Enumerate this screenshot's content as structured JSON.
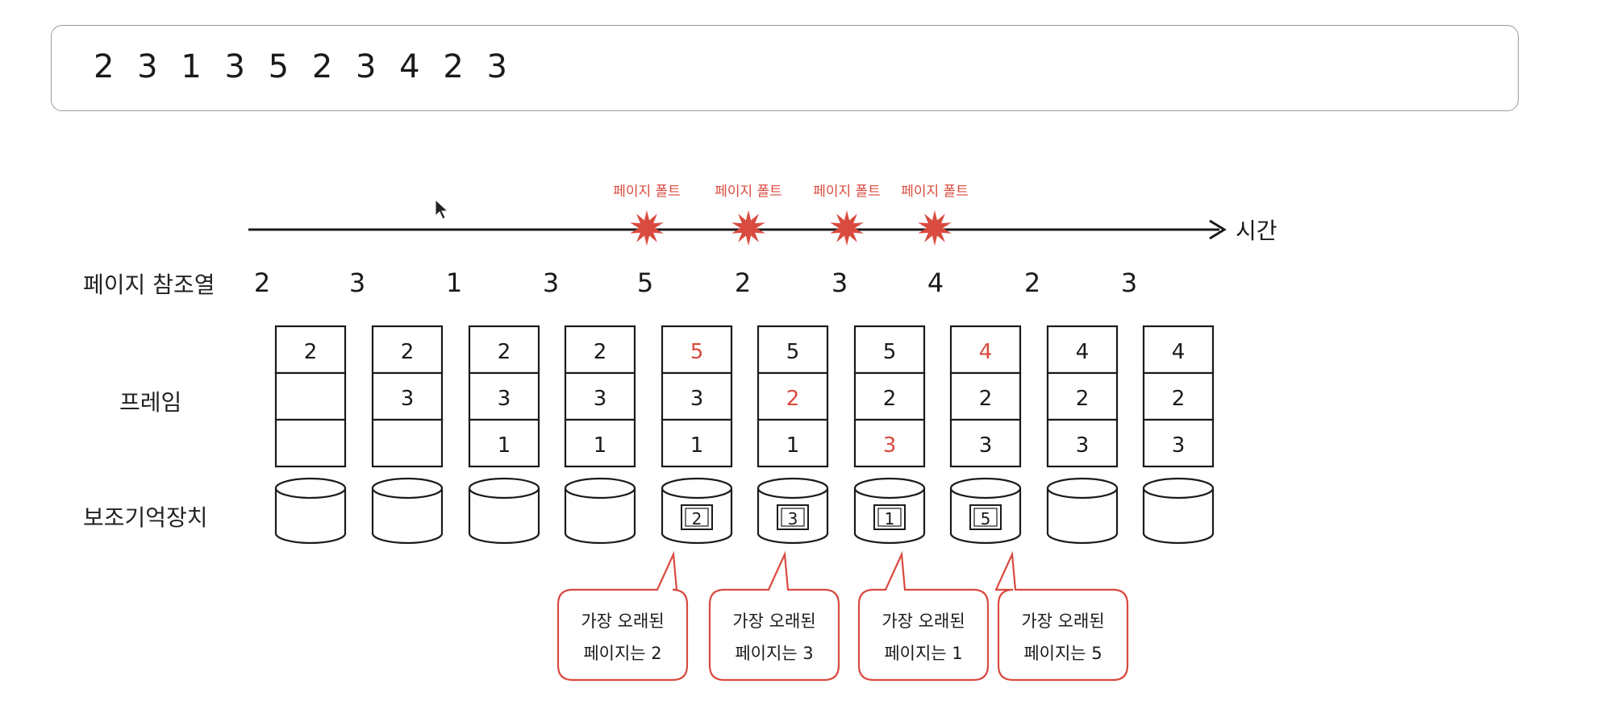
{
  "sequence_box": {
    "text": "2 3 1 3 5 2 3 4 2 3"
  },
  "timeline": {
    "time_label": "시간",
    "fault_label": "페이지 폴트",
    "fault_positions": [
      4,
      5,
      6,
      7
    ]
  },
  "row_labels": {
    "reference": "페이지 참조열",
    "frames": "프레임",
    "storage": "보조기억장치"
  },
  "reference_string": [
    "2",
    "3",
    "1",
    "3",
    "5",
    "2",
    "3",
    "4",
    "2",
    "3"
  ],
  "frames": [
    [
      {
        "v": "2"
      },
      {
        "v": ""
      },
      {
        "v": ""
      }
    ],
    [
      {
        "v": "2"
      },
      {
        "v": "3"
      },
      {
        "v": ""
      }
    ],
    [
      {
        "v": "2"
      },
      {
        "v": "3"
      },
      {
        "v": "1"
      }
    ],
    [
      {
        "v": "2"
      },
      {
        "v": "3"
      },
      {
        "v": "1"
      }
    ],
    [
      {
        "v": "5",
        "hl": true
      },
      {
        "v": "3"
      },
      {
        "v": "1"
      }
    ],
    [
      {
        "v": "5"
      },
      {
        "v": "2",
        "hl": true
      },
      {
        "v": "1"
      }
    ],
    [
      {
        "v": "5"
      },
      {
        "v": "2"
      },
      {
        "v": "3",
        "hl": true
      }
    ],
    [
      {
        "v": "4",
        "hl": true
      },
      {
        "v": "2"
      },
      {
        "v": "3"
      }
    ],
    [
      {
        "v": "4"
      },
      {
        "v": "2"
      },
      {
        "v": "3"
      }
    ],
    [
      {
        "v": "4"
      },
      {
        "v": "2"
      },
      {
        "v": "3"
      }
    ]
  ],
  "storage": [
    "",
    "",
    "",
    "",
    "2",
    "3",
    "1",
    "5",
    "",
    ""
  ],
  "callouts": [
    {
      "line1": "가장 오래된",
      "line2": "페이지는 2"
    },
    {
      "line1": "가장 오래된",
      "line2": "페이지는 3"
    },
    {
      "line1": "가장 오래된",
      "line2": "페이지는 1"
    },
    {
      "line1": "가장 오래된",
      "line2": "페이지는 5"
    }
  ],
  "colors": {
    "highlight": "#d94a3f",
    "ink": "#1a1a1a",
    "callout_border": "#d94a3f"
  },
  "icons": [
    "arrow-right-icon",
    "explosion-icon",
    "cylinder-icon",
    "mouse-cursor-icon"
  ]
}
